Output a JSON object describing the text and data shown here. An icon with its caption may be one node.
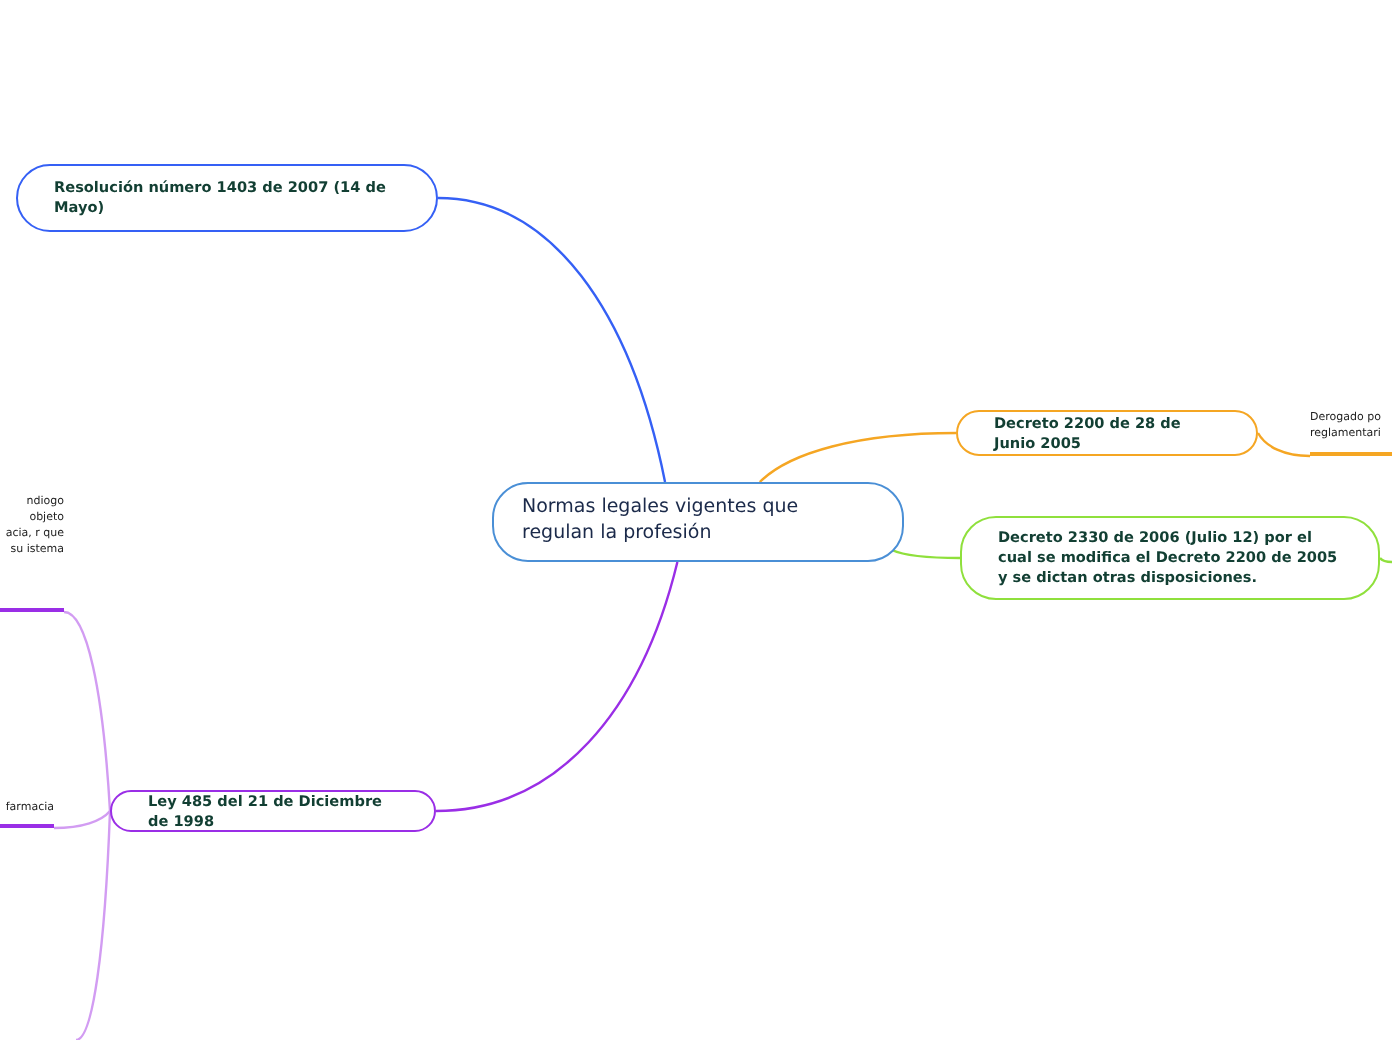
{
  "diagram": {
    "nodes": [
      {
        "text": [
          "Normas legales vigentes que regulan la profesión"
        ]
      },
      {
        "text": [
          "Resolución número 1403 de 2007 (14 de Mayo)"
        ]
      },
      {
        "text": [
          "Decreto 2200 de 28 de Junio 2005"
        ]
      },
      {
        "text": [
          "Derogado po reglamentari"
        ]
      },
      {
        "text": [
          "Decreto 2330 de 2006 (Julio 12) por el cual se modifica el Decreto 2200 de 2005 y se dictan otras disposiciones."
        ]
      },
      {
        "text": [
          "Ley  485 del 21  de Diciembre de 1998"
        ]
      },
      {
        "text": [
          "ndiogo objeto acia, r que su istema"
        ]
      },
      {
        "text": [
          "farmacia"
        ]
      }
    ],
    "edges": [
      {
        "from": 0,
        "to": 1,
        "arrow": "none",
        "color": "#3560f5"
      },
      {
        "from": 0,
        "to": 2,
        "arrow": "none",
        "color": "#f5a623"
      },
      {
        "from": 2,
        "to": 3,
        "arrow": "none",
        "color": "#f5a623"
      },
      {
        "from": 0,
        "to": 4,
        "arrow": "none",
        "color": "#8fe03c"
      },
      {
        "from": 4,
        "to": null,
        "arrow": "none",
        "color": "#8fe03c"
      },
      {
        "from": 0,
        "to": 5,
        "arrow": "none",
        "color": "#9a2ee6"
      },
      {
        "from": 5,
        "to": 6,
        "arrow": "none",
        "color": "#d29cf2"
      },
      {
        "from": 5,
        "to": 7,
        "arrow": "none",
        "color": "#d29cf2"
      },
      {
        "from": 5,
        "to": null,
        "arrow": "none",
        "color": "#d29cf2"
      }
    ]
  }
}
